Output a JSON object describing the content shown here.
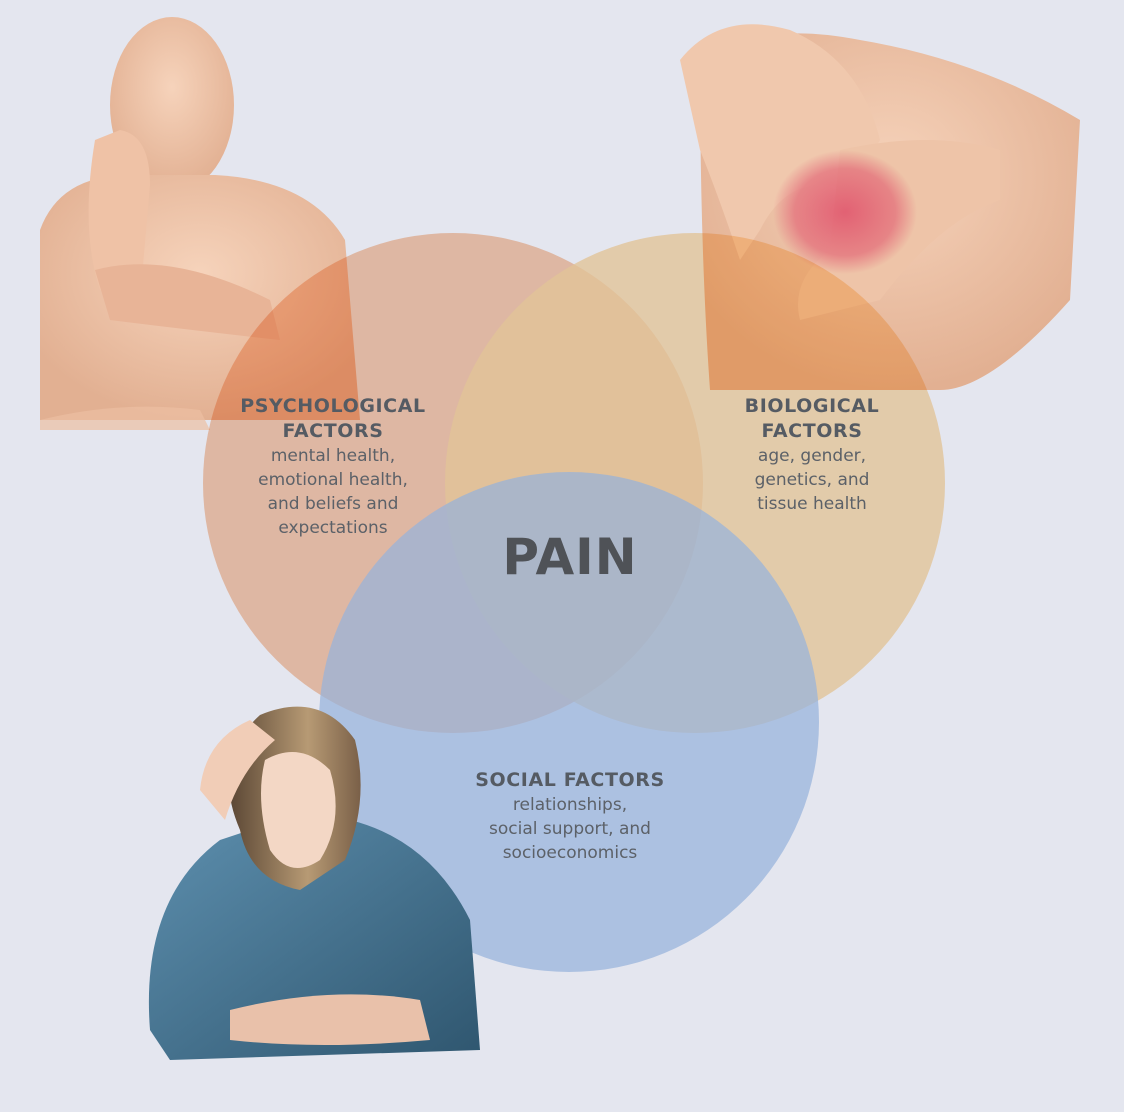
{
  "center": {
    "title": "PAIN"
  },
  "factors": {
    "psychological": {
      "title_line1": "PSYCHOLOGICAL",
      "title_line2": "FACTORS",
      "desc_lines": [
        "mental health,",
        "emotional health,",
        "and beliefs and",
        "expectations"
      ],
      "color": "#f7b78f"
    },
    "biological": {
      "title_line1": "BIOLOGICAL",
      "title_line2": "FACTORS",
      "desc_lines": [
        "age, gender,",
        "genetics, and",
        "tissue health"
      ],
      "color": "#fcd9a2"
    },
    "social": {
      "title_line1": "SOCIAL FACTORS",
      "desc_lines": [
        "relationships,",
        "social support, and",
        "socioeconomics"
      ],
      "color": "#a9c6ea"
    }
  },
  "illustrations": {
    "top_left": "person-holding-wrist-illustration",
    "top_right": "hands-on-painful-knee-illustration",
    "bottom_left": "woman-holding-head-illustration"
  },
  "colors": {
    "background": "#e4e6ef",
    "pain_highlight": "#e0506a"
  }
}
